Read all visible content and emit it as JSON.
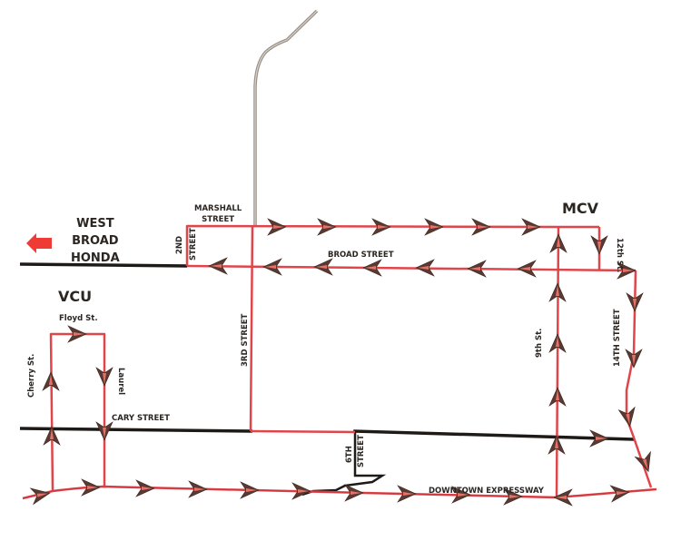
{
  "map": {
    "places": {
      "west_broad_honda": [
        "WEST",
        "BROAD",
        "HONDA"
      ],
      "mcv": "MCV",
      "vcu": "VCU"
    },
    "streets": {
      "marshall": [
        "MARSHALL",
        "STREET"
      ],
      "second": [
        "2ND",
        "STREET"
      ],
      "broad": "BROAD STREET",
      "third": "3RD STREET",
      "floyd": "Floyd St.",
      "cherry": "Cherry St.",
      "laurel": "Laurel",
      "cary": "CARY STREET",
      "sixth": [
        "6TH",
        "STREET"
      ],
      "downtown_expressway": "DOWNTOWN EXPRESSWAY",
      "ninth": "9th St.",
      "twelfth": "12th St.",
      "fourteenth": "14TH STREET"
    },
    "direction_to_honda": "west",
    "colors": {
      "route": "#e0454a",
      "road": "#1e1a18",
      "gray_road": "#8a7f76",
      "arrow_fill": "#5a3a30",
      "honda_arrow": "#ee3b36",
      "text": "#2b2622"
    }
  }
}
